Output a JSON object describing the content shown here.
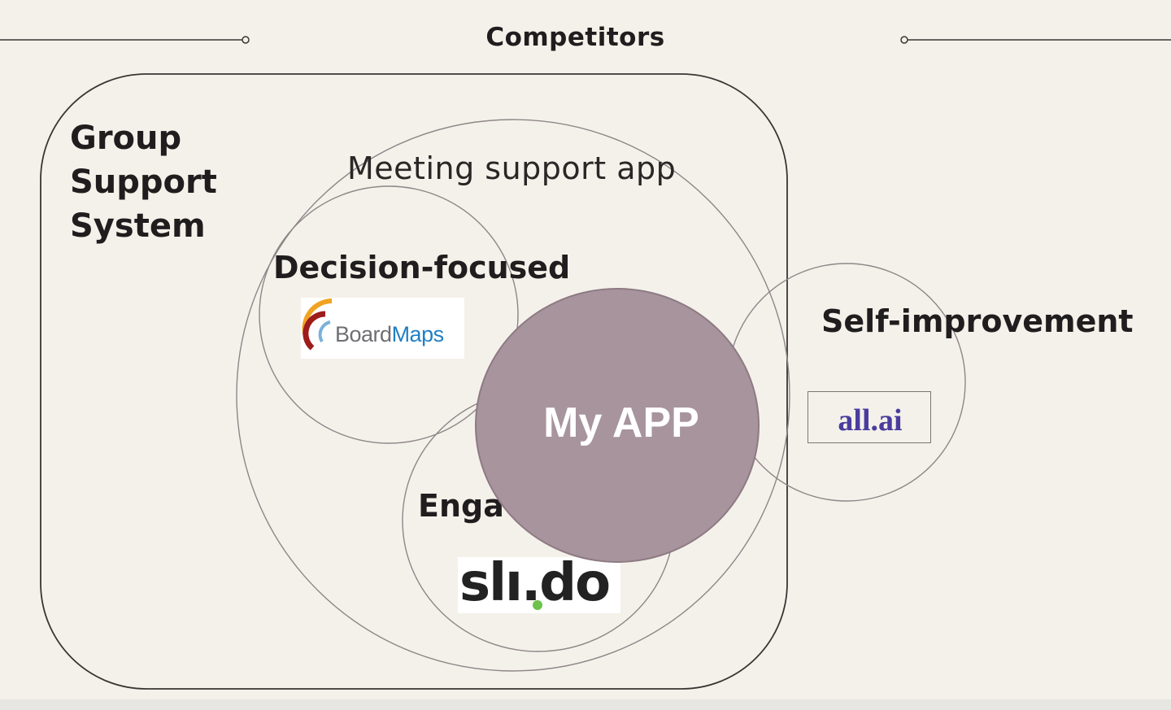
{
  "title": "Competitors",
  "group_support_system": {
    "label": "Group\nSupport\nSystem"
  },
  "meeting_support_app": {
    "label": "Meeting support app"
  },
  "decision_focused": {
    "label": "Decision-focused",
    "logo": {
      "text_board": "Board",
      "text_maps": "Maps"
    }
  },
  "engagement": {
    "label": "Enga",
    "logo": {
      "text": "slı.do"
    }
  },
  "self_improvement": {
    "label": "Self-improvement",
    "logo": {
      "text": "all.ai"
    }
  },
  "my_app": {
    "label": "My APP",
    "color": "#a7949d"
  },
  "colors": {
    "background": "#f4f1ea",
    "outline": "#3a3434",
    "circle_outline": "#8f8588",
    "boardmaps_blue": "#1f7fc4",
    "slido_green": "#6cc24a",
    "allai_purple": "#4a3d9e"
  }
}
